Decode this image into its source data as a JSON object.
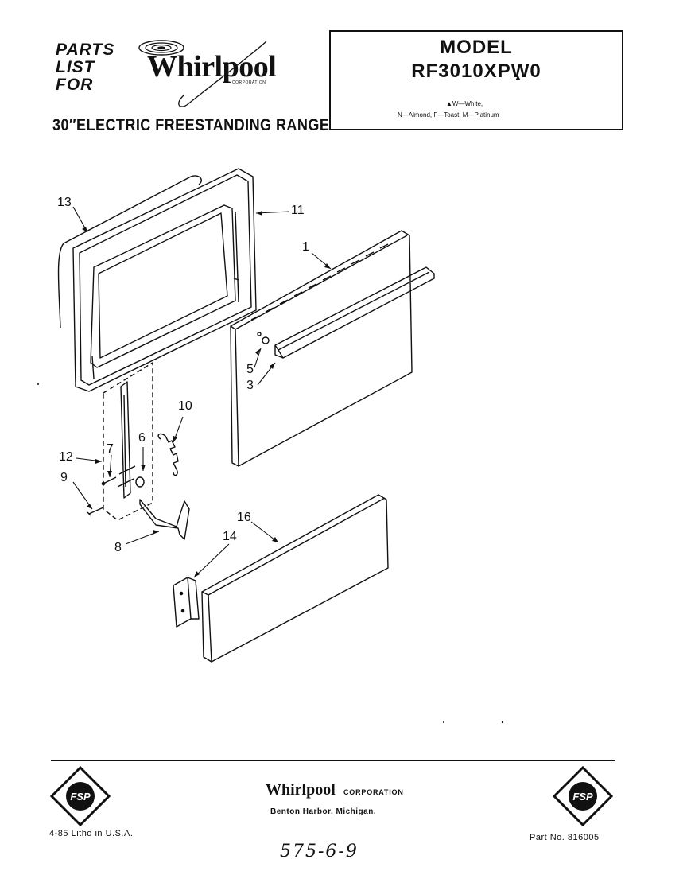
{
  "header": {
    "parts_list_lines": [
      "PARTS",
      "LIST",
      "FOR"
    ],
    "brand": "Whirlpool",
    "brand_sub": "CORPORATION",
    "subtitle": "30″ELECTRIC FREESTANDING RANGE"
  },
  "model_box": {
    "title": "MODEL",
    "number": "RF3010XPW0",
    "caret": "▲",
    "legend_line1": "W—White,",
    "legend_line2": "N—Almond, F—Toast, M—Platinum"
  },
  "callouts": {
    "c1": "1",
    "c3": "3",
    "c5": "5",
    "c6": "6",
    "c7": "7",
    "c8": "8",
    "c9": "9",
    "c10": "10",
    "c11": "11",
    "c12": "12",
    "c13": "13",
    "c14": "14",
    "c16": "16"
  },
  "footer": {
    "brand": "Whirlpool",
    "brand_corp": "CORPORATION",
    "address": "Benton Harbor, Michigan.",
    "litho": "4-85  Litho in U.S.A.",
    "part_no": "Part No. 816005",
    "fsp_label": "FSP",
    "handwritten": "575-6-9"
  }
}
